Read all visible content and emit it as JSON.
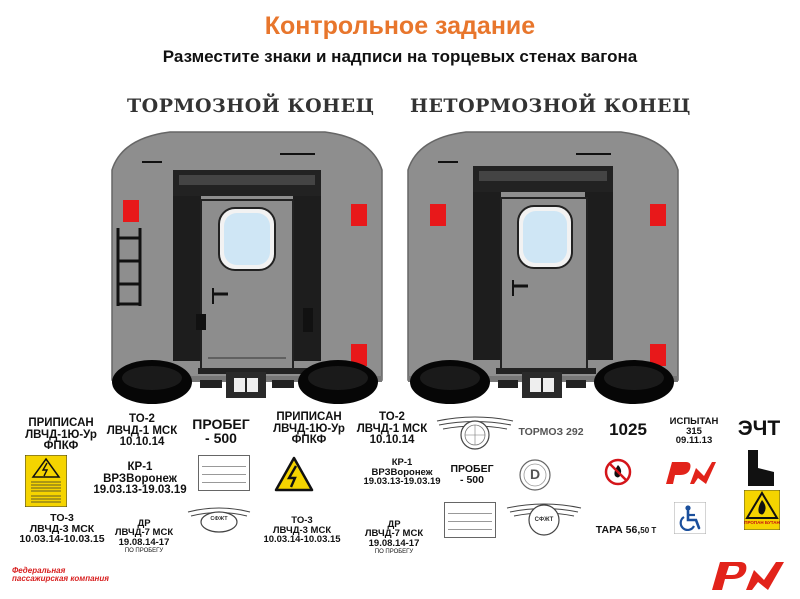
{
  "header": {
    "title": "Контрольное задание",
    "subtitle": "Разместите знаки и надписи на торцевых стенах вагона"
  },
  "cars": {
    "left_label": "ТОРМОЗНОЙ КОНЕЦ",
    "right_label": "НЕТОРМОЗНОЙ КОНЕЦ"
  },
  "signs": {
    "pripisan_1": "ПРИПИСАН\nЛВЧД-1Ю-Ур\nФПКФ",
    "to2_1": "ТО-2\nЛВЧД-1 МСК\n10.10.14",
    "probeg_1": "ПРОБЕГ\n- 500",
    "pripisan_2": "ПРИПИСАН\nЛВЧД-1Ю-Ур\nФПКФ",
    "to2_2": "ТО-2\nЛВЧД-1 МСК\n10.10.14",
    "tormoz": "ТОРМОЗ 292",
    "num_1025": "1025",
    "ispytan": "ИСПЫТАН\n315\n09.11.13",
    "echt": "ЭЧТ",
    "kr1_1": "КР-1\nВРЗВоронеж\n19.03.13-19.03.19",
    "kr1_2": "КР-1\nВРЗВоронеж\n19.03.13-19.03.19",
    "probeg_2": "ПРОБЕГ\n- 500",
    "to3_1": "ТО-3\nЛВЧД-3 МСК\n10.03.14-10.03.15",
    "dr_1_main": "ДР\nЛВЧД-7 МСК\n19.08.14-17",
    "dr_1_sub": "ПО ПРОБЕГУ",
    "to3_2": "ТО-3\nЛВЧД-3 МСК\n10.03.14-10.03.15",
    "dr_2_main": "ДР\nЛВЧД-7 МСК\n19.08.14-17",
    "dr_2_sub": "ПО ПРОБЕГУ",
    "tara_main": "ТАРА 56,",
    "tara_sub": "50 Т",
    "sfzht": "СФЖТ",
    "propane": "ПРОПАН БУТАН",
    "d_letter": "D",
    "rzd_small": "РЖД",
    "rzd_big": "РЖД"
  },
  "footer": {
    "company": "Федеральная пассажирская компания"
  },
  "colors": {
    "title": "#e8762c",
    "car_body": "#8c8c8c",
    "lamp": "#e8181a",
    "rzd": "#e2231a",
    "window": "#cfe6f5"
  }
}
